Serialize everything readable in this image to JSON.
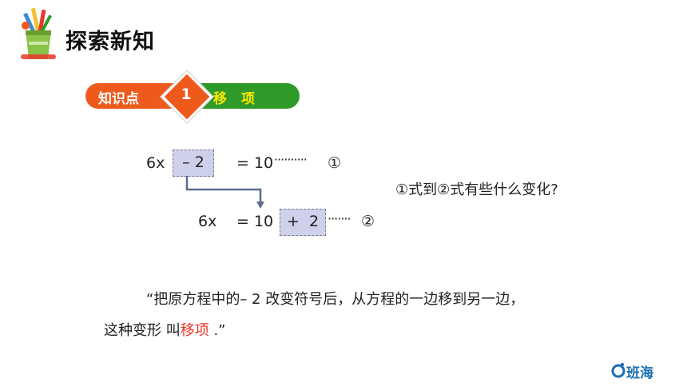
{
  "header": {
    "title": "探索新知",
    "icon": "pencil-cup-icon"
  },
  "knowledge_point": {
    "label": "知识点",
    "number": "1",
    "topic": "移 项"
  },
  "equation1": {
    "left": "6x",
    "term": "– 2",
    "right": "= 10",
    "dots": "··········",
    "marker": "①"
  },
  "equation2": {
    "left": "6x",
    "right": "= 10",
    "term": "+  2",
    "dots": "·······",
    "marker": "②"
  },
  "question": "①式到②式有些什么变化?",
  "definition": {
    "line1": "“把原方程中的– 2 改变符号后，从方程的一边移到另一边，",
    "line2_before": "这种变形 叫",
    "line2_highlight": "移项",
    "line2_after": " .”"
  },
  "brand": "班海",
  "colors": {
    "orange": "#ee5a1c",
    "green": "#2f9a2a",
    "yellow": "#ffe600",
    "highlight": "#cfd0ea",
    "red": "#e8372a",
    "brand": "#1a6fb5"
  }
}
